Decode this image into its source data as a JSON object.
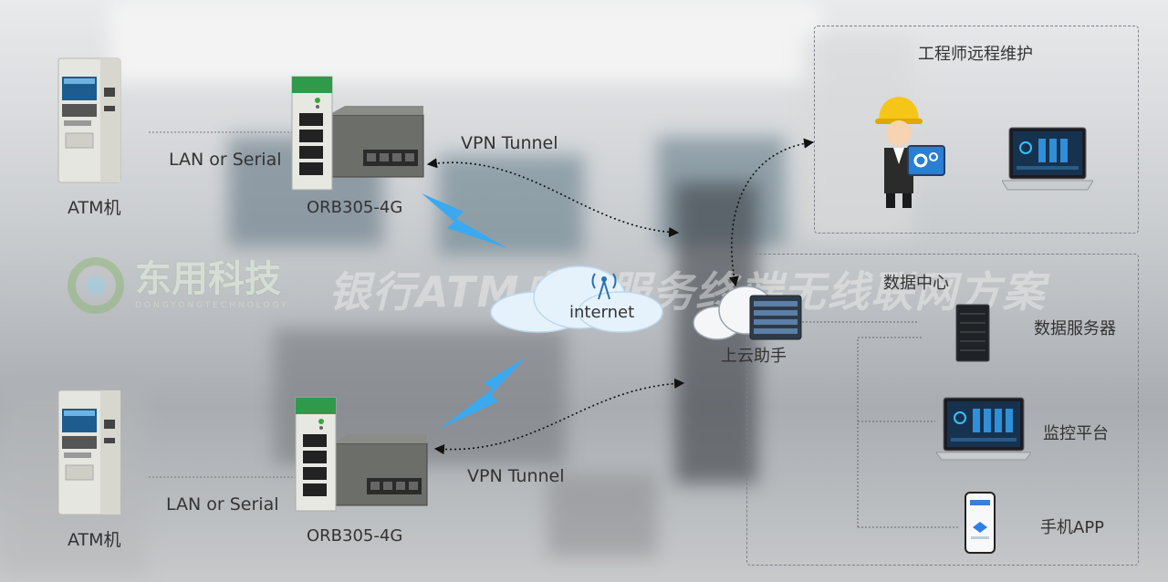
{
  "watermark": {
    "brand": "东用科技",
    "subtitle": "DONGYONGTECHNOLOGY",
    "title": "银行ATM自助服务终端无线联网方案"
  },
  "atm_top": {
    "label": "ATM机"
  },
  "atm_bottom": {
    "label": "ATM机"
  },
  "router_top": {
    "label": "ORB305-4G"
  },
  "router_bottom": {
    "label": "ORB305-4G"
  },
  "link_top": {
    "lan": "LAN or Serial",
    "vpn": "VPN Tunnel"
  },
  "link_bottom": {
    "lan": "LAN or Serial",
    "vpn": "VPN Tunnel"
  },
  "cloud": {
    "internet": "internet",
    "assistant": "上云助手"
  },
  "engineer_box": {
    "title": "工程师远程维护"
  },
  "datacenter_box": {
    "title": "数据中心",
    "server": "数据服务器",
    "monitor": "监控平台",
    "app": "手机APP"
  },
  "colors": {
    "router_green": "#2e9a4a",
    "signal_blue": "#3aa9f0",
    "helmet": "#f5c518"
  }
}
